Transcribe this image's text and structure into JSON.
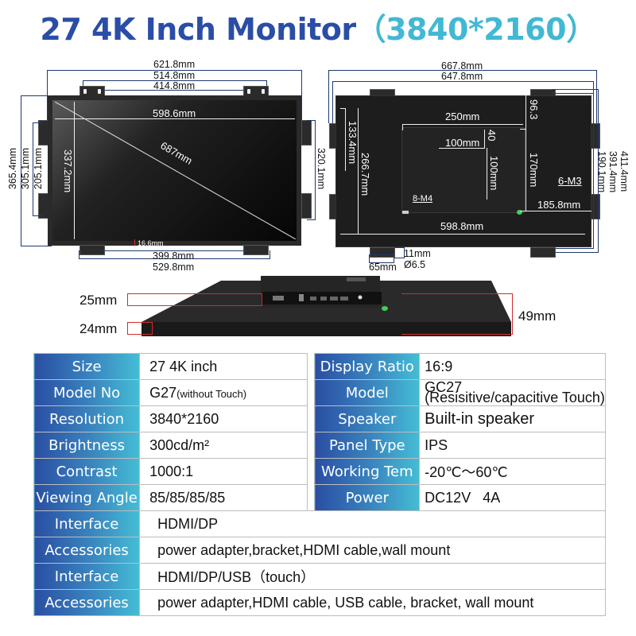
{
  "title": {
    "main": "27 4K Inch Monitor",
    "resolution": "（3840*2160）",
    "colors": {
      "main": "#2a4da6",
      "resolution": "#42b8d4"
    }
  },
  "front_view": {
    "width_outer": "621.8mm",
    "bracket_top_outer": "514.8mm",
    "bracket_top_inner": "414.8mm",
    "screen_width": "598.6mm",
    "screen_height": "337.2mm",
    "diagonal": "687mm",
    "bezel_bottom": "16.6mm",
    "bracket_bottom_inner": "399.8mm",
    "bracket_bottom_outer": "529.8mm",
    "left_inner": "205.1mm",
    "left_middle": "305.1mm",
    "left_outer": "365.4mm",
    "right_bracket": "320.1mm"
  },
  "back_view": {
    "width_outer": "667.8mm",
    "width_inner": "647.8mm",
    "vesa_top_offset": "96.3",
    "board_width": "250mm",
    "vesa_100_h": "100mm",
    "vesa_40": "40",
    "vesa_100_v": "100mm",
    "board_height": "170mm",
    "left_133": "133.4mm",
    "left_266": "266.7mm",
    "screw_m3": "6-M3",
    "screw_m4": "8-M4",
    "right_offset": "185.8mm",
    "bottom_width": "598.8mm",
    "right_190": "190.1mm",
    "right_391": "391.4mm",
    "right_411": "411.4mm",
    "bracket_11": "11mm",
    "bracket_65": "65mm",
    "hole_dia": "Ø6.5"
  },
  "side_view": {
    "box_depth": "25mm",
    "panel_depth": "24mm",
    "total_depth": "49mm"
  },
  "spec_table": {
    "left": [
      {
        "label": "Size",
        "value": "27 4K inch"
      },
      {
        "label": "Model No",
        "value": "G27",
        "value_note": "(without Touch)"
      },
      {
        "label": "Resolution",
        "value": "3840*2160"
      },
      {
        "label": "Brightness",
        "value": "300cd/m²"
      },
      {
        "label": "Contrast",
        "value": "1000:1"
      },
      {
        "label": "Viewing Angle",
        "value": "85/85/85/85"
      }
    ],
    "right": [
      {
        "label": "Display Ratio",
        "value": "16:9"
      },
      {
        "label": "Model",
        "value": "GC27",
        "value_note": "(Resisitive/capacitive Touch)"
      },
      {
        "label": "Speaker",
        "value": "Built-in speaker"
      },
      {
        "label": "Panel Type",
        "value": "IPS"
      },
      {
        "label": "Working Tem",
        "value": "-20℃～60℃"
      },
      {
        "label": "Power",
        "value": "DC12V   4A"
      }
    ],
    "full": [
      {
        "label": "Interface",
        "value": "HDMI/DP"
      },
      {
        "label": "Accessories",
        "value": "power adapter,bracket,HDMI cable,wall mount"
      },
      {
        "label": "Interface",
        "value": "HDMI/DP/USB（touch）"
      },
      {
        "label": "Accessories",
        "value": "power adapter,HDMI cable, USB cable, bracket, wall mount"
      }
    ]
  }
}
